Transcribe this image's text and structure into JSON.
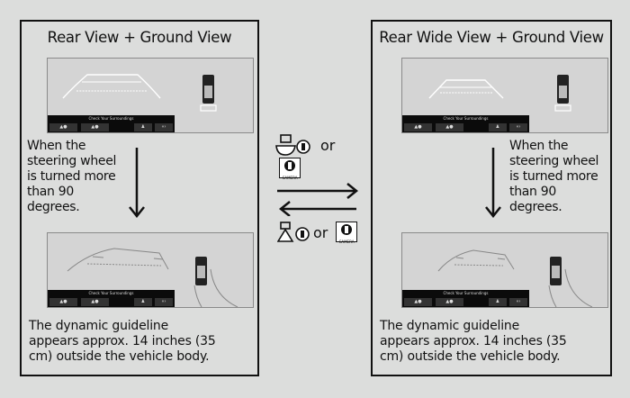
{
  "left_panel": {
    "title": "Rear View + Ground View",
    "screen_top": {
      "banner": "Check Your Surroundings",
      "buttons": [
        "rear-cam-icon",
        "wide-cam-icon",
        "person-icon",
        "arrows-icon"
      ]
    },
    "condition_text": [
      "When the",
      "steering wheel",
      "is turned more",
      "than 90",
      "degrees."
    ],
    "screen_bottom": {
      "banner": "Check Your Surroundings"
    },
    "footer_text": [
      "The dynamic guideline",
      "appears approx. 14 inches (35",
      "cm) outside the vehicle body."
    ]
  },
  "right_panel": {
    "title": "Rear Wide View + Ground View",
    "screen_top": {
      "banner": "Check Your Surroundings"
    },
    "condition_text": [
      "When the",
      "steering wheel",
      "is turned more",
      "than 90",
      "degrees."
    ],
    "screen_bottom": {
      "banner": "Check Your Surroundings"
    },
    "footer_text": [
      "The dynamic guideline",
      "appears approx. 14 inches (35",
      "cm) outside the vehicle body."
    ]
  },
  "transition": {
    "forward_label": "or",
    "backward_label": "or",
    "camera_button_label": "CAMERA"
  }
}
